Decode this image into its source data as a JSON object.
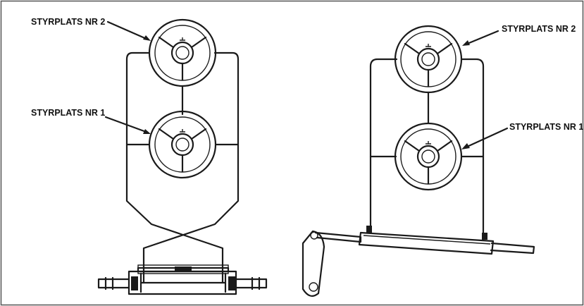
{
  "labels": {
    "left_station_2": "STYRPLATS NR 2",
    "left_station_1": "STYRPLATS NR 1",
    "right_station_2": "STYRPLATS NR 2",
    "right_station_1": "STYRPLATS NR 1"
  },
  "colors": {
    "line": "#1a1a1a",
    "background": "#ffffff",
    "border": "#555555"
  }
}
